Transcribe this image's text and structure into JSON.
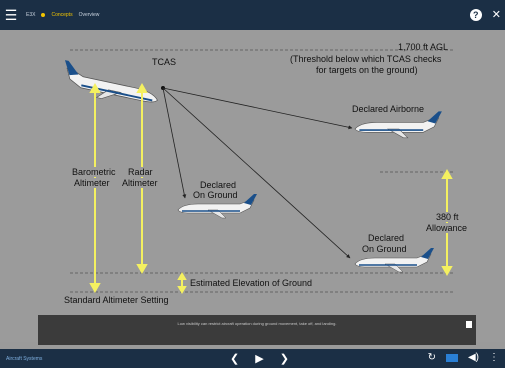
{
  "header": {
    "crumbs": [
      "E3X",
      "Concepts",
      "Overview"
    ]
  },
  "diagram": {
    "tcas_label": "TCAS",
    "threshold_title": "1,700 ft AGL",
    "threshold_desc_1": "(Threshold below which TCAS checks",
    "threshold_desc_2": "for targets on the ground)",
    "declared_airborne": "Declared Airborne",
    "declared_ground_1a": "Declared",
    "declared_ground_1b": "On Ground",
    "declared_ground_2a": "Declared",
    "declared_ground_2b": "On Ground",
    "baro_1": "Barometric",
    "baro_2": "Altimeter",
    "radar_1": "Radar",
    "radar_2": "Altimeter",
    "allowance_1": "380 ft",
    "allowance_2": "Allowance",
    "estimated_ground": "Estimated Elevation of Ground",
    "std_alt": "Standard Altimeter Setting"
  },
  "caption": {
    "text": "Low visibility can restrict aircraft operation during ground movement, take off, and landing."
  },
  "footer": {
    "logo": "Aircraft Systems"
  },
  "colors": {
    "bar": "#1b2f45",
    "yellow": "#f4f060",
    "line": "#3a3a3a"
  }
}
